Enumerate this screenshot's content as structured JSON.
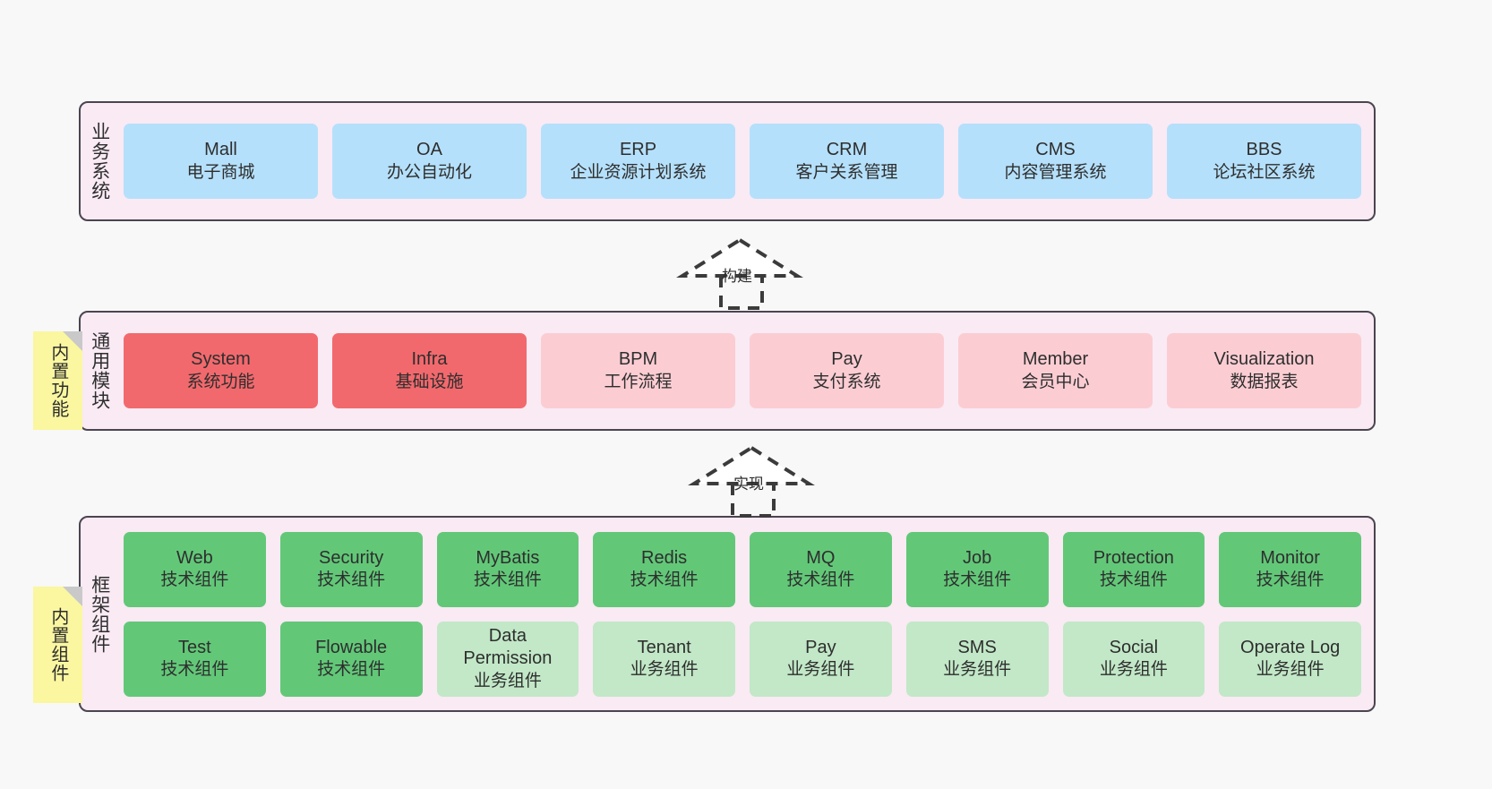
{
  "diagram": {
    "background_color": "#f8f8f8",
    "panel_background": "#f9eaf4",
    "panel_border_color": "#4a4550",
    "sticky_color": "#faf7a0",
    "colors": {
      "business": "#b5e0fb",
      "core_module": "#f2696d",
      "module": "#fbcdd3",
      "tech_component": "#62c878",
      "biz_component": "#c2e8c7"
    }
  },
  "layers": {
    "business": {
      "label": "业务系统",
      "cards": [
        {
          "title": "Mall",
          "sub": "电子商城"
        },
        {
          "title": "OA",
          "sub": "办公自动化"
        },
        {
          "title": "ERP",
          "sub": "企业资源计划系统"
        },
        {
          "title": "CRM",
          "sub": "客户关系管理"
        },
        {
          "title": "CMS",
          "sub": "内容管理系统"
        },
        {
          "title": "BBS",
          "sub": "论坛社区系统"
        }
      ]
    },
    "common": {
      "label": "通用模块",
      "sticky": "内置功能",
      "cards": [
        {
          "title": "System",
          "sub": "系统功能",
          "variant": "c-red"
        },
        {
          "title": "Infra",
          "sub": "基础设施",
          "variant": "c-red"
        },
        {
          "title": "BPM",
          "sub": "工作流程",
          "variant": "c-pink"
        },
        {
          "title": "Pay",
          "sub": "支付系统",
          "variant": "c-pink"
        },
        {
          "title": "Member",
          "sub": "会员中心",
          "variant": "c-pink"
        },
        {
          "title": "Visualization",
          "sub": "数据报表",
          "variant": "c-pink"
        }
      ]
    },
    "framework": {
      "label": "框架组件",
      "sticky": "内置组件",
      "row1": [
        {
          "title": "Web",
          "sub": "技术组件",
          "variant": "c-green"
        },
        {
          "title": "Security",
          "sub": "技术组件",
          "variant": "c-green"
        },
        {
          "title": "MyBatis",
          "sub": "技术组件",
          "variant": "c-green"
        },
        {
          "title": "Redis",
          "sub": "技术组件",
          "variant": "c-green"
        },
        {
          "title": "MQ",
          "sub": "技术组件",
          "variant": "c-green"
        },
        {
          "title": "Job",
          "sub": "技术组件",
          "variant": "c-green"
        },
        {
          "title": "Protection",
          "sub": "技术组件",
          "variant": "c-green"
        },
        {
          "title": "Monitor",
          "sub": "技术组件",
          "variant": "c-green"
        }
      ],
      "row2": [
        {
          "title": "Test",
          "sub": "技术组件",
          "variant": "c-green"
        },
        {
          "title": "Flowable",
          "sub": "技术组件",
          "variant": "c-green"
        },
        {
          "title": "Data Permission",
          "sub": "业务组件",
          "variant": "c-mintgreen"
        },
        {
          "title": "Tenant",
          "sub": "业务组件",
          "variant": "c-mintgreen"
        },
        {
          "title": "Pay",
          "sub": "业务组件",
          "variant": "c-mintgreen"
        },
        {
          "title": "SMS",
          "sub": "业务组件",
          "variant": "c-mintgreen"
        },
        {
          "title": "Social",
          "sub": "业务组件",
          "variant": "c-mintgreen"
        },
        {
          "title": "Operate Log",
          "sub": "业务组件",
          "variant": "c-mintgreen"
        }
      ]
    }
  },
  "connectors": [
    {
      "label": "构建",
      "from": "common",
      "to": "business"
    },
    {
      "label": "实现",
      "from": "framework",
      "to": "common"
    }
  ]
}
